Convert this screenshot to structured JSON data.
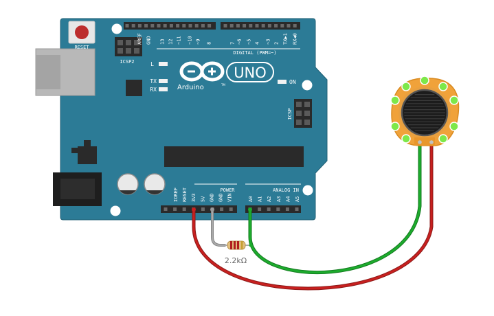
{
  "board": {
    "reset_label": "RESET",
    "icsp2_label": "ICSP2",
    "icsp_label": "ICSP",
    "led_l": "L",
    "led_tx": "TX",
    "led_rx": "RX",
    "led_on": "ON",
    "uno_label": "UNO",
    "brand_label": "Arduino",
    "brand_tm": "TM",
    "digital_header_label": "DIGITAL (PWM=~)",
    "digital_pins": [
      "AREF",
      "GND",
      "13",
      "12",
      "~11",
      "~10",
      "~9",
      "8",
      "7",
      "~6",
      "~5",
      "4",
      "~3",
      "2",
      "TX▶1",
      "RX◀0"
    ],
    "power_header_label": "POWER",
    "power_pins": [
      "IOREF",
      "RESET",
      "3V3",
      "5V",
      "GND",
      "GND",
      "VIN"
    ],
    "analog_header_label": "ANALOG IN",
    "analog_pins": [
      "A0",
      "A1",
      "A2",
      "A3",
      "A4",
      "A5"
    ]
  },
  "resistor": {
    "value_label": "2.2kΩ"
  },
  "colors": {
    "board": "#2c7b96",
    "wire_red": "#c8201f",
    "wire_green": "#1dab2d",
    "wire_gray": "#9a9a9a",
    "sensor_board": "#f0a23a",
    "led_green": "#7de84a"
  }
}
